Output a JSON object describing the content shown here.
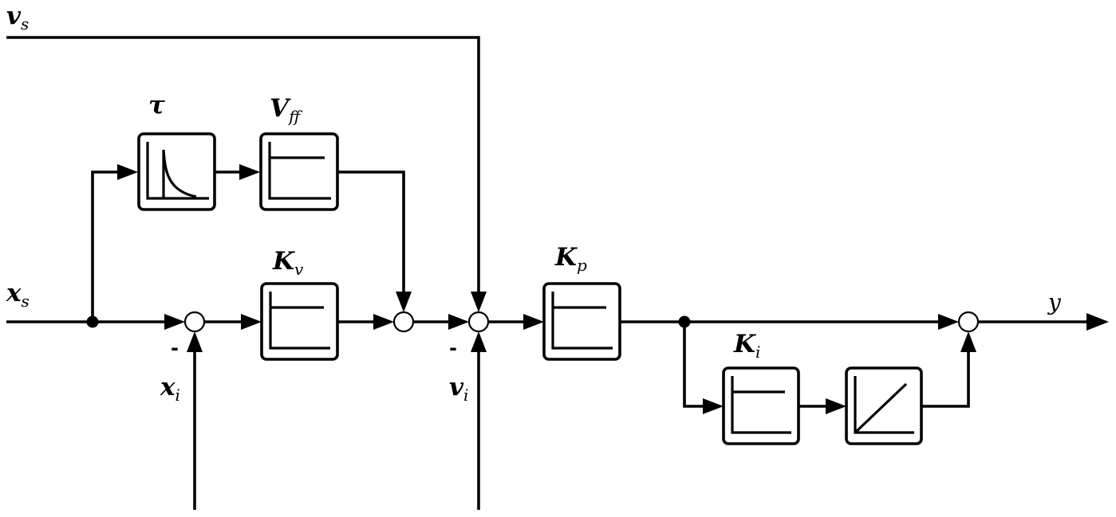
{
  "labels": {
    "vs": {
      "main": "v",
      "sub": "s"
    },
    "xs": {
      "main": "x",
      "sub": "s"
    },
    "xi": {
      "main": "x",
      "sub": "i"
    },
    "vi": {
      "main": "v",
      "sub": "i"
    },
    "tau": {
      "main": "τ",
      "sub": ""
    },
    "vff": {
      "main": "V",
      "sub": "ff"
    },
    "kv": {
      "main": "K",
      "sub": "v"
    },
    "kp": {
      "main": "K",
      "sub": "p"
    },
    "ki": {
      "main": "K",
      "sub": "i"
    },
    "y": {
      "main": "y"
    },
    "minus_x": "-",
    "minus_v": "-"
  },
  "blocks": [
    {
      "name": "tau-block",
      "type": "impulse"
    },
    {
      "name": "vff-block",
      "type": "step"
    },
    {
      "name": "kv-block",
      "type": "step"
    },
    {
      "name": "kp-block",
      "type": "step"
    },
    {
      "name": "ki-block",
      "type": "step"
    },
    {
      "name": "integrator-block",
      "type": "ramp"
    }
  ]
}
